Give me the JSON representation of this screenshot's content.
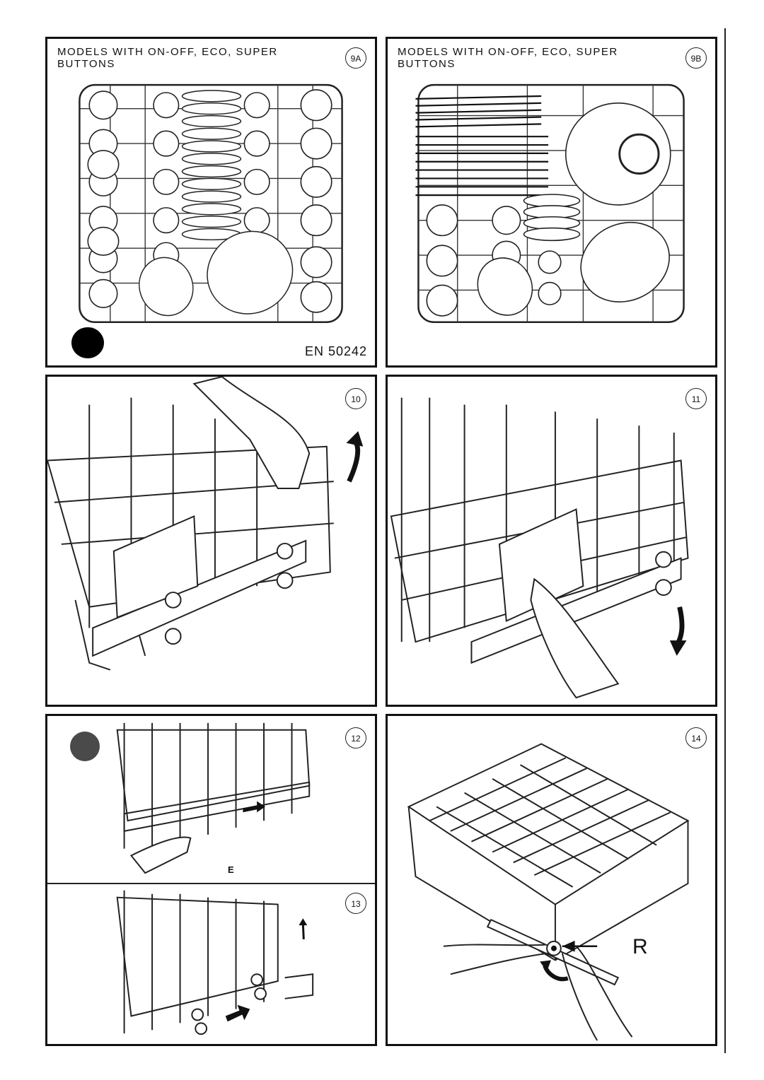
{
  "panels": {
    "p9a": {
      "title": "MODELS WITH ON-OFF, ECO, SUPER BUTTONS",
      "badge": "9A",
      "caption": "EN 50242"
    },
    "p9b": {
      "title": "MODELS WITH ON-OFF, ECO, SUPER BUTTONS",
      "badge": "9B"
    },
    "p10": {
      "badge": "10"
    },
    "p11": {
      "badge": "11"
    },
    "p12": {
      "badge": "12",
      "label": "E"
    },
    "p13": {
      "badge": "13"
    },
    "p14": {
      "badge": "14",
      "label": "R"
    }
  },
  "colors": {
    "ink": "#111111",
    "dot_dark": "#000000",
    "dot_grey": "#4a4a4a"
  }
}
